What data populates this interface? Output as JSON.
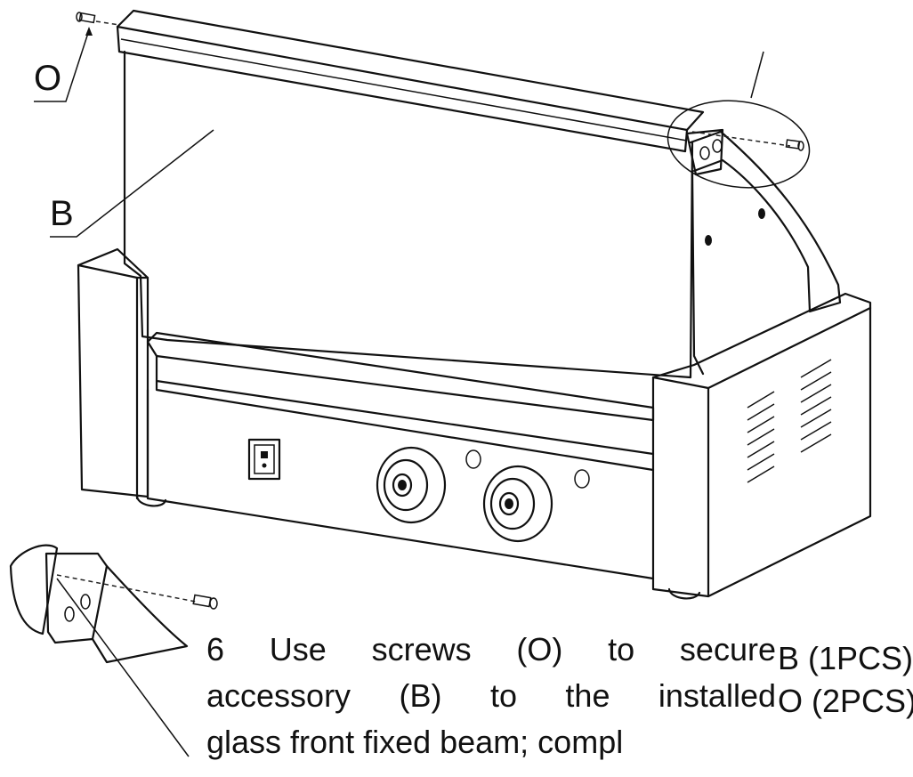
{
  "labels": {
    "screw": "O",
    "accessory": "B"
  },
  "instruction": {
    "line1": "6 Use screws (O) to secure",
    "line2": "accessory (B) to the installed",
    "line3": "glass front fixed beam; compl"
  },
  "parts": [
    {
      "text": "B (1PCS)"
    },
    {
      "text": "O (2PCS)"
    }
  ]
}
